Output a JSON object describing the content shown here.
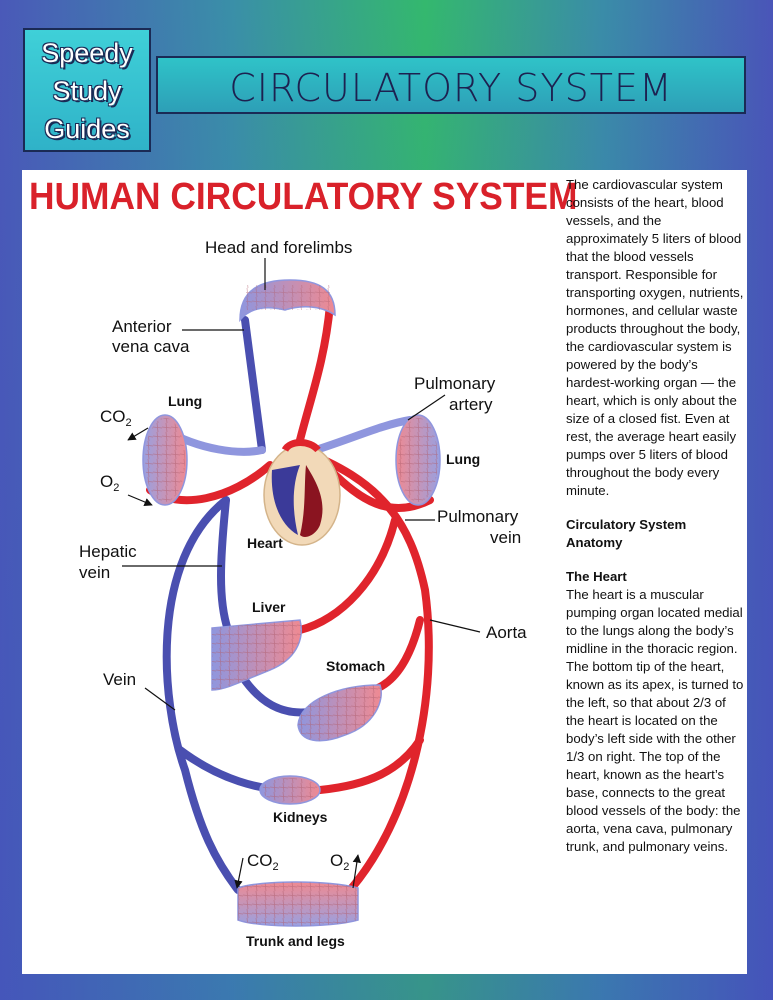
{
  "brand": {
    "line1": "Speedy",
    "line2": "Study",
    "line3": "Guides"
  },
  "cover_title": "CIRCULATORY SYSTEM",
  "heading": "HUMAN CIRCULATORY SYSTEM",
  "description": {
    "intro": "The cardiovascular system consists of the heart, blood vessels, and the approximately 5 liters of blood that the blood vessels transport. Responsible for transporting oxygen, nutrients, hormones, and cellular waste products throughout the body, the cardiovascular system is powered by the body’s hardest-working organ — the heart, which is only about the size of a closed fist. Even at rest, the average heart easily pumps over 5 liters of blood throughout the body every minute.",
    "section_title_1": "Circulatory System",
    "section_title_2": "Anatomy",
    "heart_title": "The Heart",
    "heart_text": "The heart is a muscular pumping organ located medial to the lungs along the body’s midline in the thoracic region. The bottom tip of the heart, known as its apex, is turned to the left, so that about 2/3 of the heart is located on the body’s left side with the other 1/3 on right. The top of the heart, known as the heart’s base, connects to the great blood vessels of the body: the aorta, vena cava, pulmonary trunk, and pulmonary veins."
  },
  "labels": {
    "head_forelimbs": "Head and forelimbs",
    "anterior_1": "Anterior",
    "anterior_2": "vena cava",
    "lung_left": "Lung",
    "lung_right": "Lung",
    "co2_left": "CO",
    "co2_left_sub": "2",
    "o2_left": "O",
    "o2_left_sub": "2",
    "pulmonary_artery_1": "Pulmonary",
    "pulmonary_artery_2": "artery",
    "pulmonary_vein_1": "Pulmonary",
    "pulmonary_vein_2": "vein",
    "heart": "Heart",
    "hepatic_1": "Hepatic",
    "hepatic_2": "vein",
    "liver": "Liver",
    "aorta": "Aorta",
    "stomach": "Stomach",
    "vein": "Vein",
    "kidneys": "Kidneys",
    "co2_bottom": "CO",
    "co2_bottom_sub": "2",
    "o2_bottom": "O",
    "o2_bottom_sub": "2",
    "trunk_legs": "Trunk and legs"
  },
  "colors": {
    "artery": "#e0242c",
    "vein": "#4a4fb0",
    "heading": "#d9212a"
  }
}
